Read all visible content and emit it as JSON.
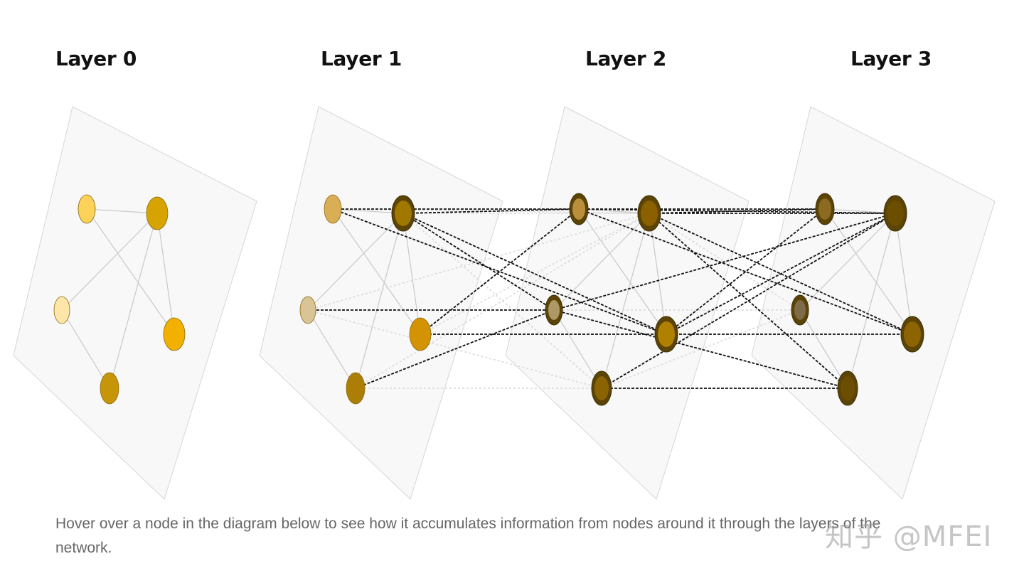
{
  "layers": [
    {
      "title": "Layer 0"
    },
    {
      "title": "Layer 1"
    },
    {
      "title": "Layer 2"
    },
    {
      "title": "Layer 3"
    }
  ],
  "nodes": [
    {
      "id": "a",
      "fill": [
        "#fcd25a",
        "#d9ae55",
        "#b98f3c",
        "#8c6a22"
      ],
      "ring": [
        false,
        false,
        true,
        true
      ]
    },
    {
      "id": "b",
      "fill": [
        "#d6a300",
        "#a07800",
        "#8a6000",
        "#6b4e00"
      ],
      "ring": [
        false,
        true,
        true,
        true
      ]
    },
    {
      "id": "c",
      "fill": [
        "#fde6a8",
        "#d8c494",
        "#ad9965",
        "#7d6c47"
      ],
      "ring": [
        false,
        false,
        true,
        true
      ]
    },
    {
      "id": "d",
      "fill": [
        "#f2b000",
        "#d39302",
        "#b08100",
        "#8c6404"
      ],
      "ring": [
        false,
        false,
        true,
        true
      ]
    },
    {
      "id": "e",
      "fill": [
        "#c99508",
        "#ad7e06",
        "#8a6402",
        "#6c4e00"
      ],
      "ring": [
        false,
        false,
        true,
        true
      ]
    }
  ],
  "edges": [
    [
      "a",
      "b"
    ],
    [
      "a",
      "d"
    ],
    [
      "b",
      "c"
    ],
    [
      "b",
      "d"
    ],
    [
      "b",
      "e"
    ],
    [
      "c",
      "e"
    ]
  ],
  "caption": "Hover over a node in the diagram below to see how it accumulates information from nodes around it through the layers of the network.",
  "watermark": "知乎 @MFEI"
}
